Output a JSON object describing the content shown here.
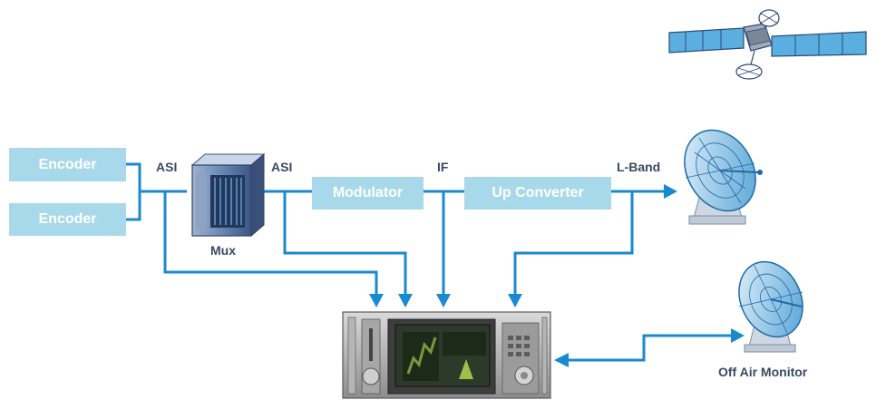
{
  "colors": {
    "line": "#1a8ad0",
    "box_fill": "#a8d9ea",
    "box_text": "#ffffff",
    "label_text": "#3a4a63"
  },
  "blocks": {
    "encoder_1": "Encoder",
    "encoder_2": "Encoder",
    "modulator": "Modulator",
    "up_converter": "Up Converter"
  },
  "labels": {
    "asi_1": "ASI",
    "mux": "Mux",
    "asi_2": "ASI",
    "if": "IF",
    "l_band": "L-Band",
    "off_air_monitor": "Off Air Monitor"
  },
  "icons": {
    "satellite": "satellite-icon",
    "uplink_dish": "uplink-dish-icon",
    "receive_dish": "receive-dish-icon",
    "mux_rack": "mux-rack-icon",
    "analyzer": "analyzer-device-icon"
  }
}
